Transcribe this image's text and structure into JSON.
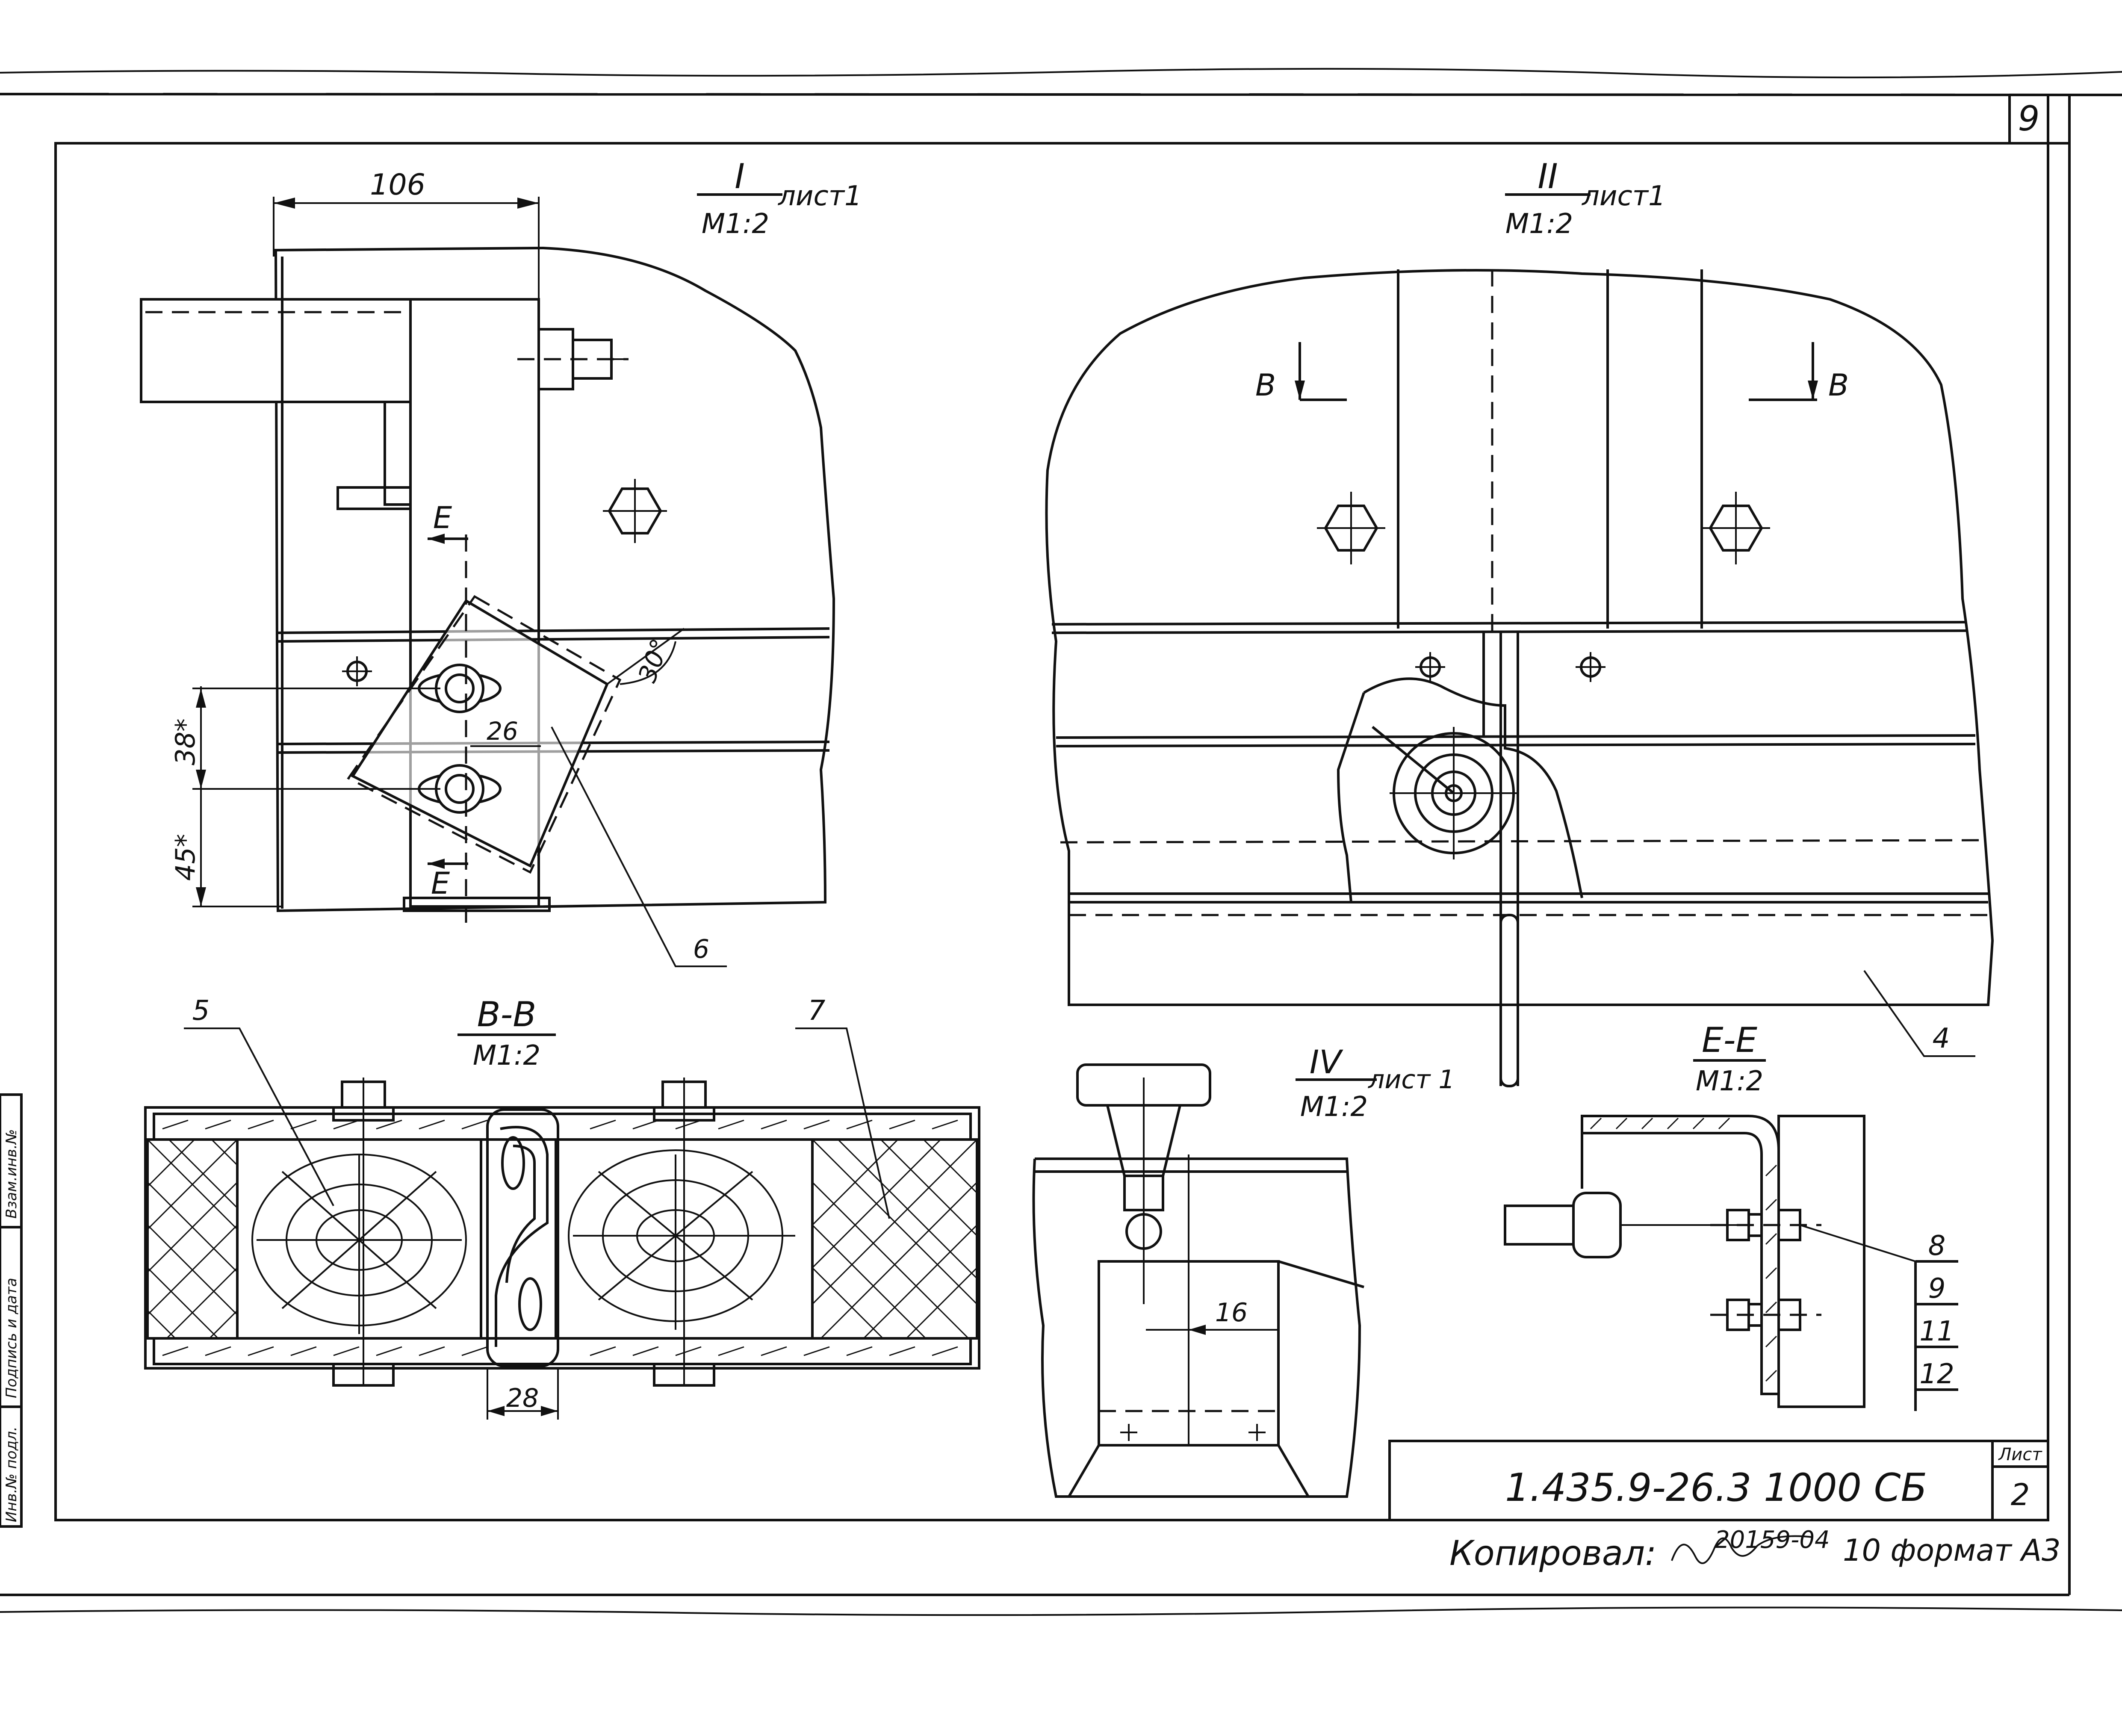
{
  "sheet": {
    "page_number": "9",
    "designation": "1.435.9-26.3 1000 СБ",
    "sheet_label": "Лист",
    "sheet_number": "2",
    "copied_by": "Копировал:",
    "order_number": "20159-04",
    "format": "10 формат А3",
    "side_stamp": {
      "inv_no": "Инв.№ подл.",
      "signature_date": "Подпись и дата",
      "replace_inv": "Взам.инв.№"
    }
  },
  "views": {
    "view_I": {
      "numeral": "I",
      "sheet_ref": "лист1",
      "scale": "М1:2"
    },
    "view_II": {
      "numeral": "II",
      "sheet_ref": "лист1",
      "scale": "М1:2"
    },
    "section_BB": {
      "title": "В-В",
      "scale": "М1:2"
    },
    "view_IV": {
      "numeral": "IV",
      "sheet_ref": "лист 1",
      "scale": "М1:2"
    },
    "section_EE": {
      "title": "Е-Е",
      "scale": "М1:2"
    }
  },
  "dimensions": {
    "d106": "106",
    "d26": "26",
    "d38": "38*",
    "d45": "45*",
    "angle30": "30°",
    "d28": "28",
    "d16": "16"
  },
  "cut_marks": {
    "E": "Е",
    "B": "В"
  },
  "callouts": [
    "4",
    "5",
    "6",
    "7",
    "8",
    "9",
    "11",
    "12"
  ]
}
